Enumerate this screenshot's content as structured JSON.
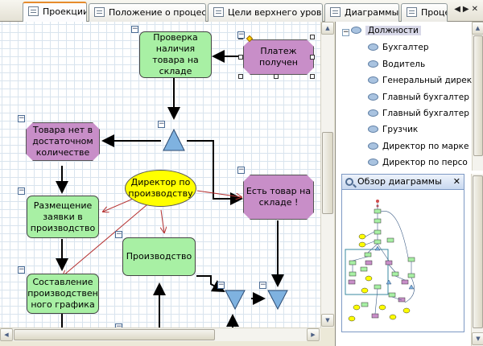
{
  "tabs": [
    {
      "label": "Проекции",
      "active": true
    },
    {
      "label": "Положение о процессе",
      "active": false
    },
    {
      "label": "Цели верхнего уровня",
      "active": false
    },
    {
      "label": "Диаграммы",
      "active": false
    },
    {
      "label": "Процес",
      "active": false
    }
  ],
  "tab_nav": {
    "prev": "◀",
    "next": "▶",
    "close": "✕"
  },
  "diagram": {
    "check_stock": "Проверка наличия товара на складе",
    "payment_received": "Платеж получен",
    "out_of_stock": "Товара нет в достаточном количестве",
    "in_stock": "Есть товар на складе !",
    "production_director": "Директор по производству",
    "order_placement": "Размещение заявки в производство",
    "production": "Производство",
    "schedule": "Составление производствен ного графика"
  },
  "tree": {
    "root": "Должности",
    "items": [
      "Бухгалтер",
      "Водитель",
      "Генеральный дирек",
      "Главный бухгалтер",
      "Главный бухгалтер",
      "Грузчик",
      "Директор по марке",
      "Директор по персо"
    ]
  },
  "overview": {
    "title": "Обзор диаграммы",
    "close": "✕"
  },
  "colors": {
    "process": "#a8f0a4",
    "event": "#c88ec8",
    "role": "#ffff00",
    "gateway": "#7fb2e0",
    "accent_tab": "#e68b2c"
  },
  "icons": [
    "tab-doc-icon",
    "collapse-icon",
    "oval-role-icon",
    "magnifier-icon",
    "close-icon",
    "scroll-arrow-icon"
  ]
}
